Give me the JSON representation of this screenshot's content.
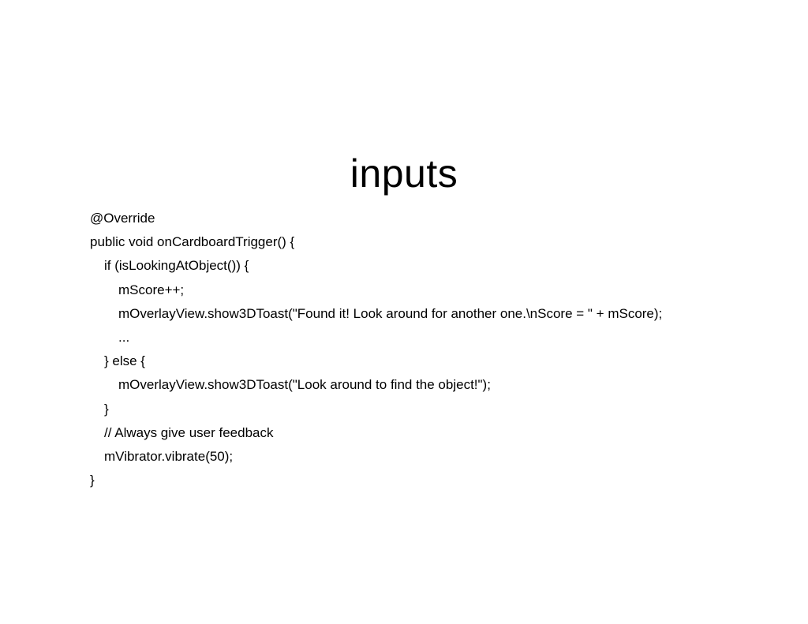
{
  "slide": {
    "title": "inputs",
    "code_lines": [
      {
        "text": "@Override",
        "indent": 0
      },
      {
        "text": "public void onCardboardTrigger() {",
        "indent": 0
      },
      {
        "text": "if (isLookingAtObject()) {",
        "indent": 1
      },
      {
        "text": "mScore++;",
        "indent": 2
      },
      {
        "text": "mOverlayView.show3DToast(\"Found it! Look around for another one.\\nScore = \" + mScore);",
        "indent": 2
      },
      {
        "text": "...",
        "indent": 2
      },
      {
        "text": "} else {",
        "indent": 1
      },
      {
        "text": "mOverlayView.show3DToast(\"Look around to find the object!\");",
        "indent": 2
      },
      {
        "text": "}",
        "indent": 1
      },
      {
        "text": "// Always give user feedback",
        "indent": 1
      },
      {
        "text": "mVibrator.vibrate(50);",
        "indent": 1
      },
      {
        "text": "}",
        "indent": 0
      }
    ]
  }
}
